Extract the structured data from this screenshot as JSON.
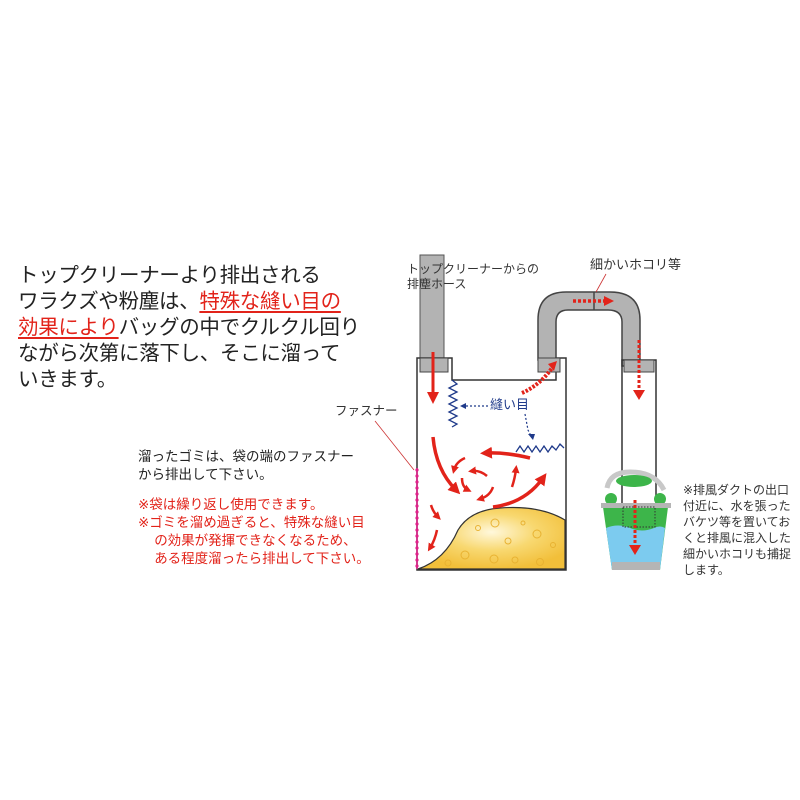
{
  "main_description": {
    "line1": "トップクリーナーより排出される",
    "line2_prefix": "ワラクズや粉塵は、",
    "line2_highlight": "特殊な縫い目の",
    "line3_highlight": "効果により",
    "line3_suffix": "バッグの中でクルクル回り",
    "line4": "ながら次第に落下し、そこに溜って",
    "line5": "いきます。"
  },
  "labels": {
    "hose_line1": "トップクリーナーからの",
    "hose_line2": "排塵ホース",
    "fine_dust": "細かいホコリ等",
    "fastener": "ファスナー",
    "seam": "縫い目"
  },
  "notes": {
    "discharge_line1": "溜ったゴミは、袋の端のファスナー",
    "discharge_line2": "から排出して下さい。",
    "reuse": "※袋は繰り返し使用できます。",
    "overfill_line1": "※ゴミを溜め過ぎると、特殊な縫い目",
    "overfill_line2": "の効果が発揮できなくなるため、",
    "overfill_line3": "ある程度溜ったら排出して下さい。"
  },
  "bucket_note": {
    "line1": "※排風ダクトの出口",
    "line2": "付近に、水を張った",
    "line3": "バケツ等を置いてお",
    "line4": "くと排風に混入した",
    "line5": "細かいホコリも捕捉",
    "line6": "します。"
  },
  "colors": {
    "accent_red": "#e2231a",
    "hose_gray": "#b3b3b3",
    "seam_navy": "#1f3a8a",
    "fastener_pink": "#e0218a",
    "dust_yellow": "#f5c842",
    "bucket_green": "#3db54a",
    "water_blue": "#7ccbef"
  }
}
